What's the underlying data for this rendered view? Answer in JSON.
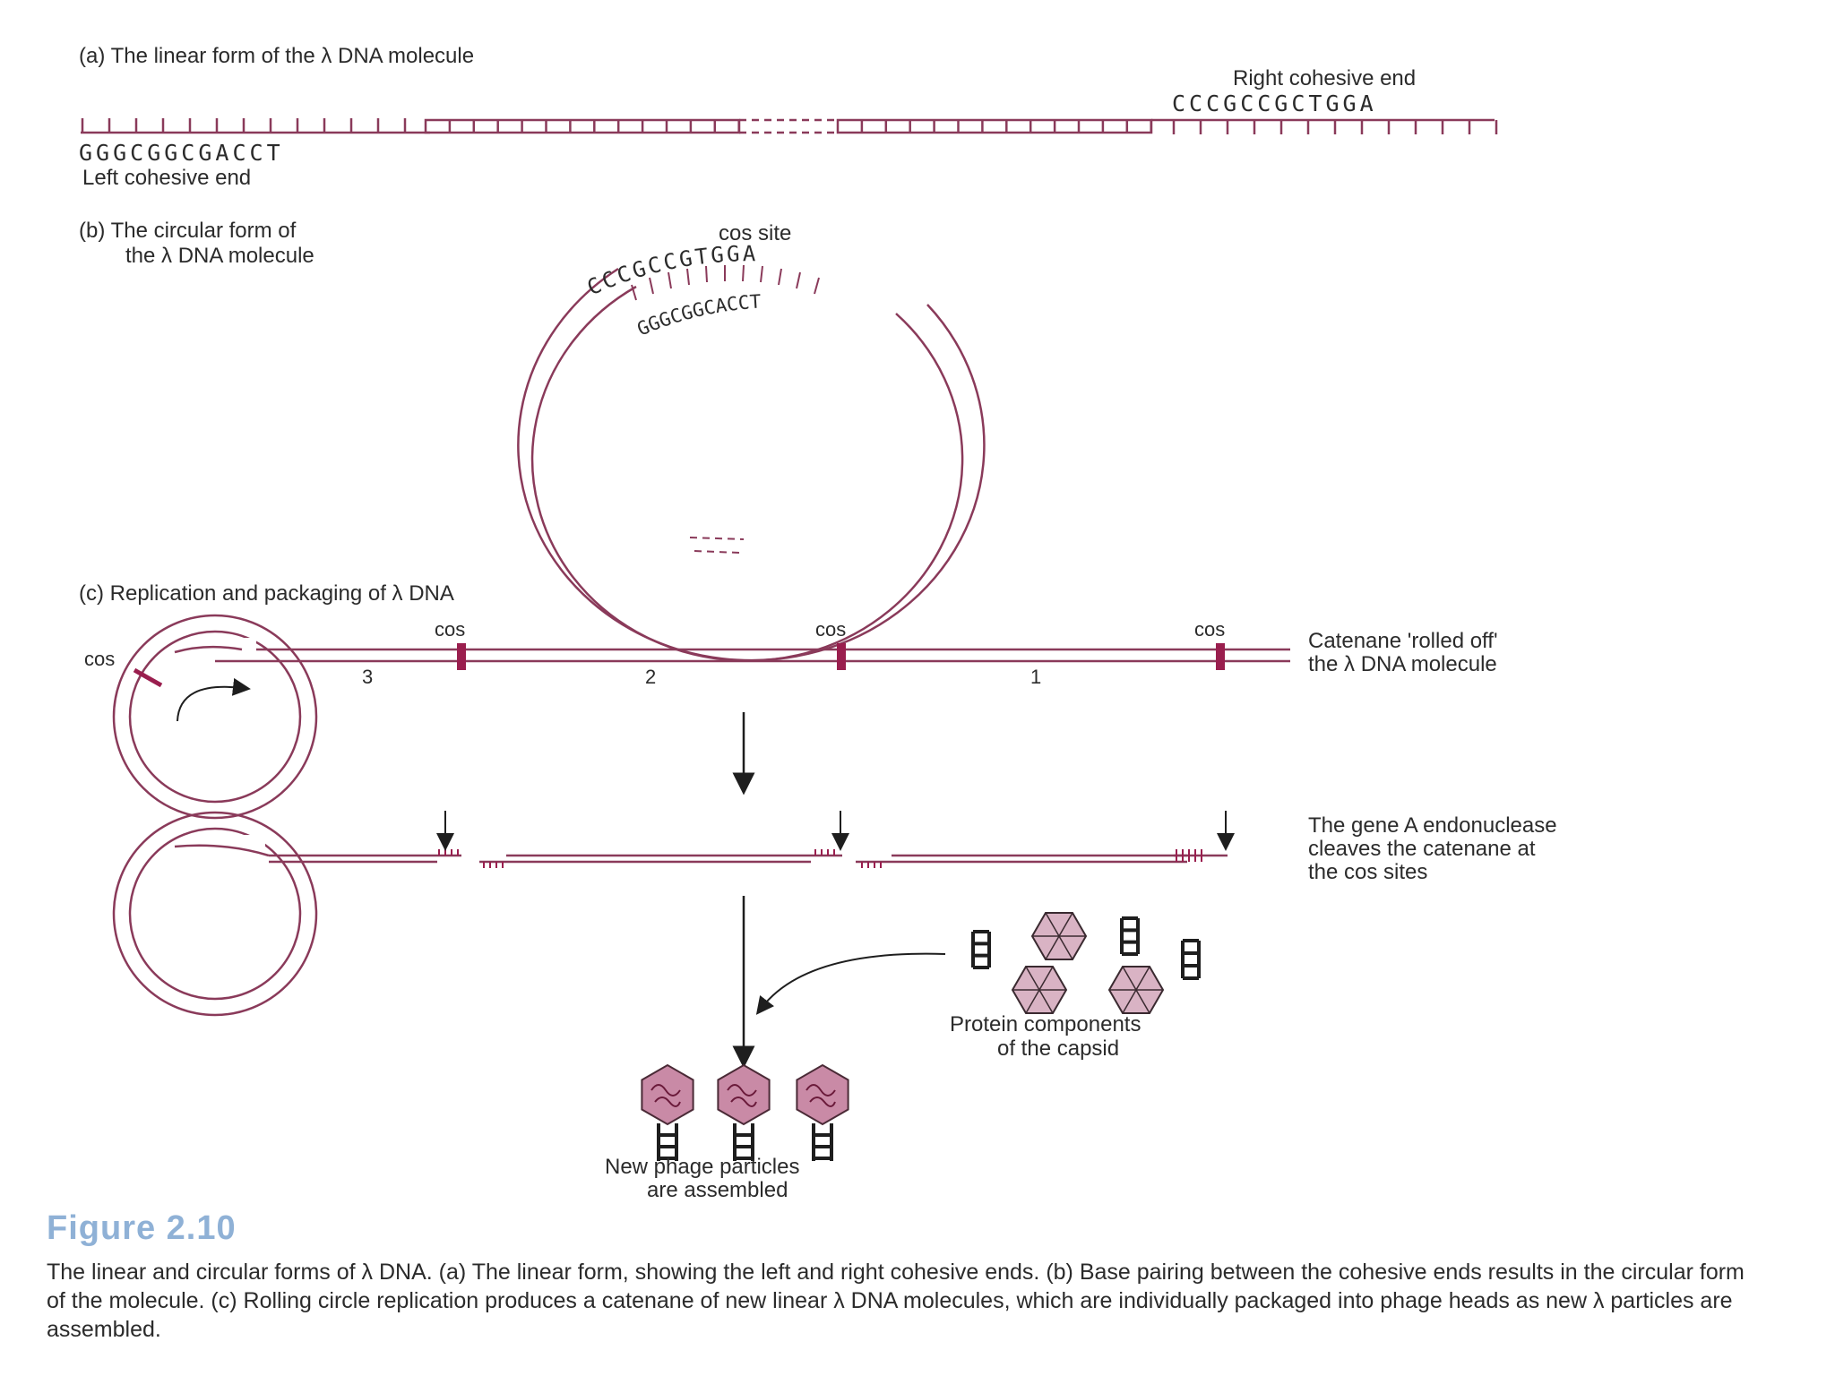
{
  "panel_a": {
    "title": "(a) The linear form of the λ DNA molecule",
    "right_end_label": "Right cohesive end",
    "right_end_seq": "CCCGCCGCTGGA",
    "left_end_seq": "GGGCGGCGACCT",
    "left_end_label": "Left cohesive end"
  },
  "panel_b": {
    "title_line1": "(b) The circular form of",
    "title_line2": "the λ DNA molecule",
    "cos_label": "cos site",
    "outer_seq": "CCCGCCGTGGA",
    "inner_seq": "GGGCGGCACCT"
  },
  "panel_c": {
    "title": "(c) Replication and packaging of λ DNA",
    "cos_left": "cos",
    "cos_labels": [
      "cos",
      "cos",
      "cos"
    ],
    "segment_numbers": [
      "3",
      "2",
      "1"
    ],
    "catenane_line1": "Catenane 'rolled off'",
    "catenane_line2": "the λ DNA molecule",
    "gene_line1": "The gene A endonuclease",
    "gene_line2": "cleaves the catenane at",
    "gene_line3": "the cos sites",
    "protein_line1": "Protein components",
    "protein_line2": "of the capsid",
    "phage_line1": "New phage particles",
    "phage_line2": "are assembled"
  },
  "caption": {
    "title": "Figure 2.10",
    "text": "The linear and circular forms of λ DNA. (a) The linear form, showing the left and right cohesive ends. (b) Base pairing between the cohesive ends results in the circular form of the molecule. (c) Rolling circle replication produces a catenane of new linear λ DNA molecules, which are individually packaged into phage heads as new λ particles are assembled."
  },
  "colors": {
    "dna_line": "#8a3a5a",
    "cos_mark": "#9a1e4e",
    "caption_title": "#8fb1d6",
    "capsid_fill": "#c98aa6",
    "ink": "#2b2b2b"
  },
  "icons": [
    "curved-arrow-icon",
    "down-arrow-icon",
    "capsid-head-icon",
    "phage-tail-icon",
    "phage-particle-icon"
  ]
}
